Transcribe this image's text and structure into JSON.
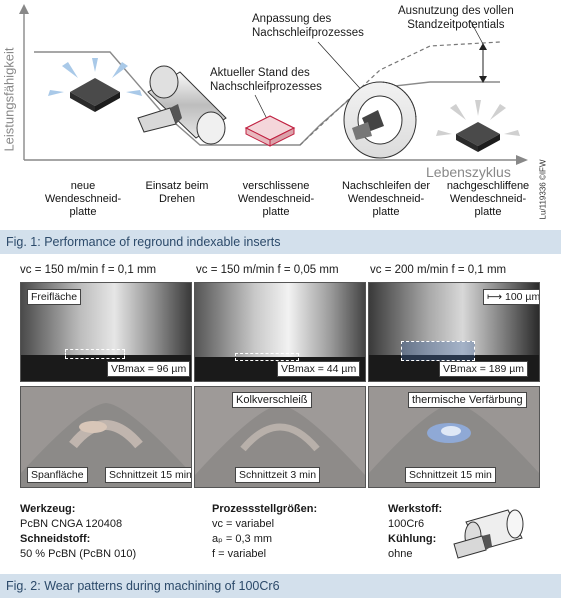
{
  "fig1": {
    "y_axis_label": "Leistungsfähigkeit",
    "x_axis_label": "Lebenszyklus",
    "callouts": {
      "anpassung": [
        "Anpassung des",
        "Nachschleifprozesses"
      ],
      "ausnutzung": [
        "Ausnutzung des vollen",
        "Standzeitpotentials"
      ],
      "aktueller": [
        "Aktueller Stand des",
        "Nachschleifprozesses"
      ]
    },
    "stages": [
      [
        "neue",
        "Wendeschneid-",
        "platte"
      ],
      [
        "Einsatz beim",
        "Drehen"
      ],
      [
        "verschlissene",
        "Wendeschneid-",
        "platte"
      ],
      [
        "Nachschleifen der",
        "Wendeschneid-",
        "platte"
      ],
      [
        "nachgeschliffene",
        "Wendeschneid-",
        "platte"
      ]
    ],
    "side_note": "Lu/119336 ©IFW",
    "caption": "Fig. 1: Performance of reground indexable inserts"
  },
  "fig2": {
    "conditions": [
      "vᴄ = 150 m/min   f = 0,1 mm",
      "vᴄ = 150 m/min   f = 0,05 mm",
      "vᴄ = 200 m/min   f = 0,1 mm"
    ],
    "flank_label": "Freifläche",
    "scale_label": "100 µm",
    "vb": [
      "VBmax = 96 µm",
      "VBmax = 44 µm",
      "VBmax = 189 µm"
    ],
    "kolk_label": "Kolkverschleiß",
    "thermal_label": "thermische Verfärbung",
    "rake_labels": [
      "Spanfläche",
      "Schnittzeit 15 min",
      "Schnittzeit 3 min",
      "Schnittzeit 15 min"
    ],
    "werkzeug_title": "Werkzeug:",
    "werkzeug_value": "PcBN CNGA 120408",
    "schneidstoff_title": "Schneidstoff:",
    "schneidstoff_value": "50 % PcBN (PcBN 010)",
    "prozess_title": "Prozessstellgrößen:",
    "prozess_lines": [
      "vᴄ  = variabel",
      "aₚ = 0,3 mm",
      "f    = variabel"
    ],
    "werkstoff_title": "Werkstoff:",
    "werkstoff_value": "100Cr6",
    "kuehlung_title": "Kühlung:",
    "kuehlung_value": "ohne",
    "caption": "Fig. 2: Wear patterns during machining of 100Cr6"
  }
}
